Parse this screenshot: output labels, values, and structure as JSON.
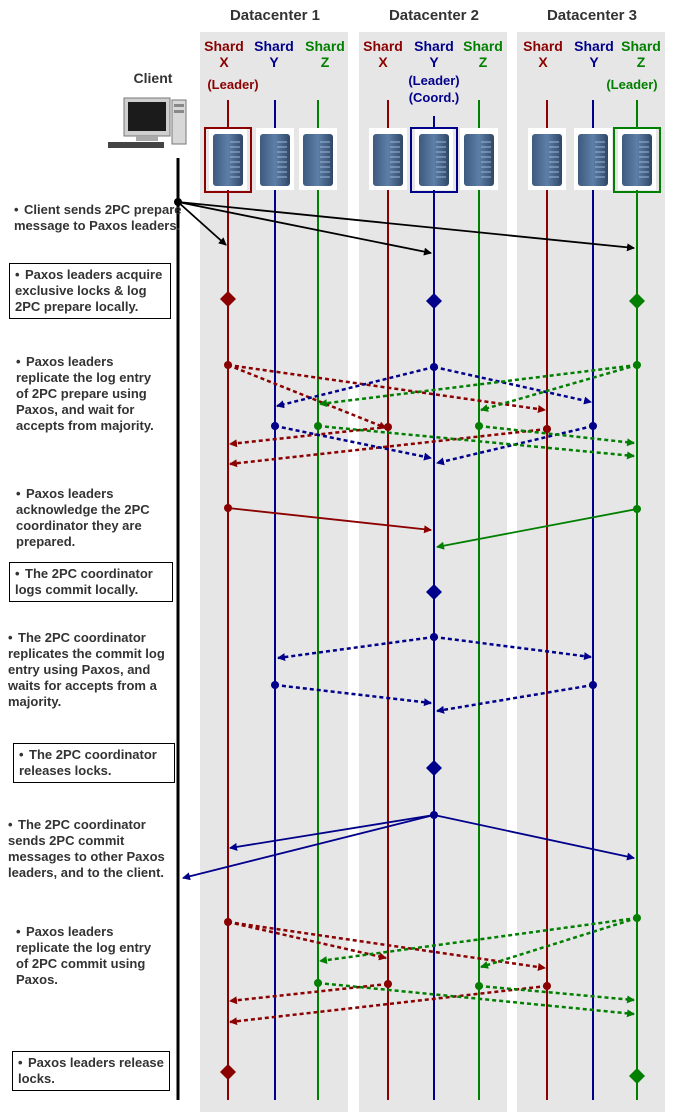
{
  "datacenters": [
    {
      "title": "Datacenter 1"
    },
    {
      "title": "Datacenter 2"
    },
    {
      "title": "Datacenter 3"
    }
  ],
  "client_label": "Client",
  "shards": [
    {
      "name": "Shard",
      "sub": "X",
      "role": "(Leader)",
      "role2": "",
      "color": "#8b0000"
    },
    {
      "name": "Shard",
      "sub": "Y",
      "role": "",
      "role2": "",
      "color": "#00008b"
    },
    {
      "name": "Shard",
      "sub": "Z",
      "role": "",
      "role2": "",
      "color": "#007f00"
    },
    {
      "name": "Shard",
      "sub": "X",
      "role": "",
      "role2": "",
      "color": "#8b0000"
    },
    {
      "name": "Shard",
      "sub": "Y",
      "role": "(Leader)",
      "role2": "(Coord.)",
      "color": "#00008b"
    },
    {
      "name": "Shard",
      "sub": "Z",
      "role": "",
      "role2": "",
      "color": "#007f00"
    },
    {
      "name": "Shard",
      "sub": "X",
      "role": "",
      "role2": "",
      "color": "#8b0000"
    },
    {
      "name": "Shard",
      "sub": "Y",
      "role": "",
      "role2": "",
      "color": "#00008b"
    },
    {
      "name": "Shard",
      "sub": "Z",
      "role": "(Leader)",
      "role2": "",
      "color": "#007f00"
    }
  ],
  "colors": {
    "shard_x": "#8b0000",
    "shard_y": "#00008b",
    "shard_z": "#007f00",
    "client": "#000000"
  },
  "icons": {
    "client": "desktop-computer-icon",
    "server": "server-rack-icon"
  },
  "steps": [
    {
      "text": "Client sends 2PC prepare message to Paxos leaders.",
      "boxed": false
    },
    {
      "text": "Paxos leaders acquire exclusive locks & log 2PC prepare locally.",
      "boxed": true
    },
    {
      "text": "Paxos leaders replicate the log entry of 2PC prepare using Paxos, and wait for accepts from majority.",
      "boxed": false
    },
    {
      "text": "Paxos leaders acknowledge the 2PC coordinator they are prepared.",
      "boxed": false
    },
    {
      "text": "The 2PC coordinator logs commit locally.",
      "boxed": true
    },
    {
      "text": "The 2PC coordinator replicates the commit log entry using Paxos, and waits for accepts from a majority.",
      "boxed": false
    },
    {
      "text": "The 2PC coordinator releases locks.",
      "boxed": true
    },
    {
      "text": "The 2PC coordinator sends 2PC commit messages to other Paxos leaders, and to the client.",
      "boxed": false
    },
    {
      "text": "Paxos leaders replicate the log entry of 2PC commit using Paxos.",
      "boxed": false
    },
    {
      "text": "Paxos leaders release locks.",
      "boxed": true
    }
  ]
}
